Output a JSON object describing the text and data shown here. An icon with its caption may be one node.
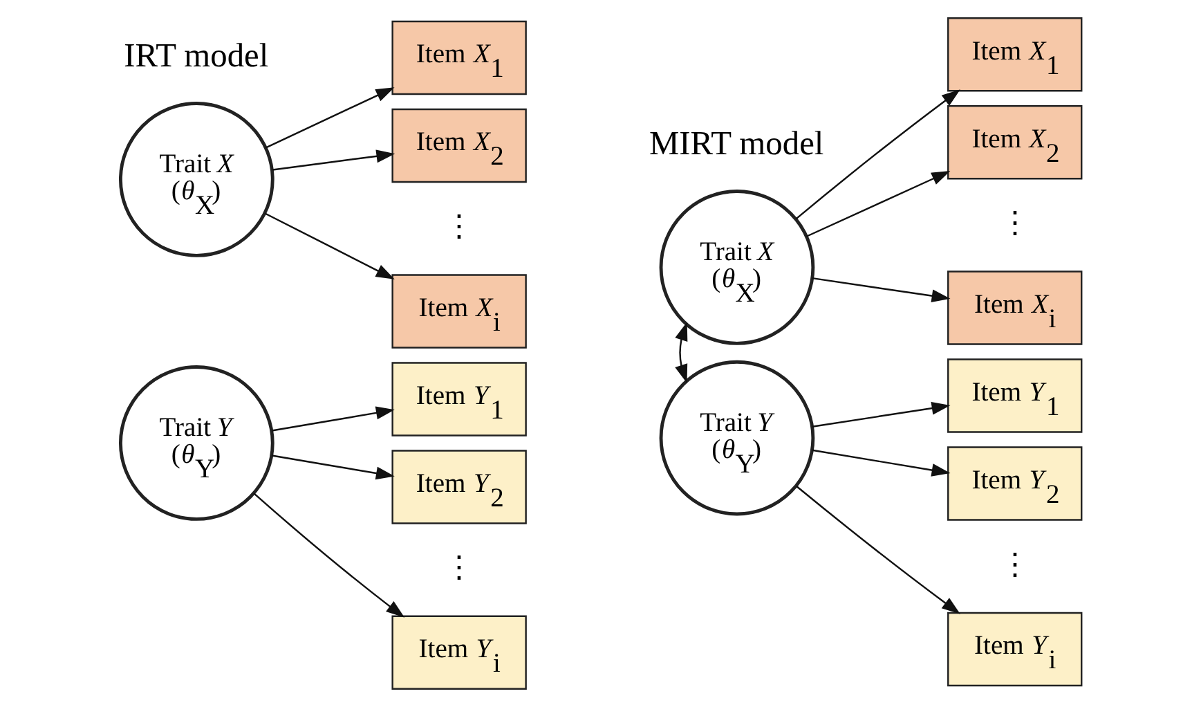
{
  "diagram": {
    "nodes": [
      {
        "text": [
          "Trait *X*",
          "(*θ*$_{X}$)"
        ]
      },
      {
        "text": [
          "Item *X*$_{1}$"
        ]
      },
      {
        "text": [
          "Item *X*$_{2}$"
        ]
      },
      {
        "text": [
          "Item *X*$_{i}$"
        ]
      },
      {
        "text": [
          "Trait *Y*",
          "(*θ*$_{Y}$)"
        ]
      },
      {
        "text": [
          "Item *Y*$_{1}$"
        ]
      },
      {
        "text": [
          "Item *Y*$_{2}$"
        ]
      },
      {
        "text": [
          "Item *Y*$_{i}$"
        ]
      },
      {
        "text": [
          "Trait *X*",
          "(*θ*$_{X}$)"
        ]
      },
      {
        "text": [
          "Item *X*$_{1}$"
        ]
      },
      {
        "text": [
          "Item *X*$_{2}$"
        ]
      },
      {
        "text": [
          "Item *X*$_{i}$"
        ]
      },
      {
        "text": [
          "Trait *Y*",
          "(*θ*$_{Y}$)"
        ]
      },
      {
        "text": [
          "Item *Y*$_{1}$"
        ]
      },
      {
        "text": [
          "Item *Y*$_{2}$"
        ]
      },
      {
        "text": [
          "Item *Y*$_{i}$"
        ]
      }
    ],
    "edges": [
      {
        "from": 0,
        "to": 1,
        "arrow": "to"
      },
      {
        "from": 0,
        "to": 2,
        "arrow": "to"
      },
      {
        "from": 0,
        "to": 3,
        "arrow": "to"
      },
      {
        "from": 4,
        "to": 5,
        "arrow": "to"
      },
      {
        "from": 4,
        "to": 6,
        "arrow": "to"
      },
      {
        "from": 4,
        "to": 7,
        "arrow": "to"
      },
      {
        "from": 8,
        "to": 12,
        "arrow": "both"
      },
      {
        "from": 8,
        "to": 9,
        "arrow": "to"
      },
      {
        "from": 8,
        "to": 10,
        "arrow": "to"
      },
      {
        "from": 8,
        "to": 11,
        "arrow": "to"
      },
      {
        "from": 12,
        "to": 13,
        "arrow": "to"
      },
      {
        "from": 12,
        "to": 14,
        "arrow": "to"
      },
      {
        "from": 12,
        "to": 15,
        "arrow": "to"
      }
    ],
    "labels": [
      "IRT model",
      "MIRT model",
      "⋮",
      "⋮",
      "⋮",
      "⋮"
    ]
  }
}
